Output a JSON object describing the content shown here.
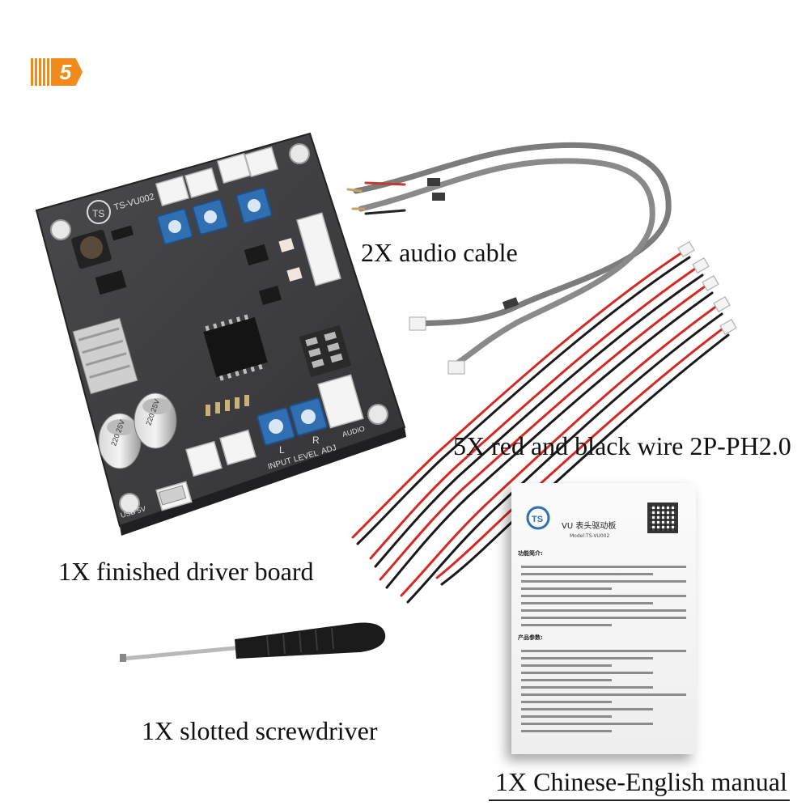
{
  "badge": {
    "number": "5",
    "accent": "#f08a1c"
  },
  "captions": {
    "audio_cable": "2X audio cable",
    "wire": "5X red and black wire 2P-PH2.0",
    "board": "1X finished driver board",
    "screwdriver": "1X slotted screwdriver",
    "manual": "1X Chinese-English manual"
  },
  "board": {
    "model": "TS-VU002",
    "header_left": "INPUT",
    "header_mid": "LEVEL",
    "header_right": "ADJ",
    "channel_l": "L",
    "channel_r": "R",
    "label_audio": "AUDIO",
    "label_usb": "USB 5V",
    "cap_rating": "220 25V",
    "color_pcb": "#3e3e40",
    "color_pot": "#2f6fb2",
    "color_connector": "#f4f4f4"
  },
  "manual": {
    "title": "VU 表头驱动板",
    "model": "Model:TS-VU002",
    "section_intro": "功能简介:",
    "section_params": "产品参数:"
  },
  "icons": [
    "ts-logo-icon",
    "qr-code-icon"
  ]
}
